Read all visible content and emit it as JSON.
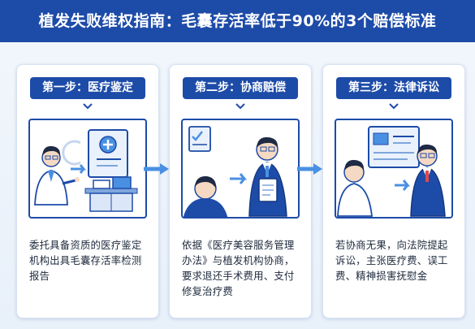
{
  "header": {
    "title": "植发失败维权指南：毛囊存活率低于90%的3个赔偿标准"
  },
  "steps": [
    {
      "label": "第一步：医疗鉴定",
      "desc": "委托具备资质的医疗鉴定机构出具毛囊存活率检测报告"
    },
    {
      "label": "第二步：协商赔偿",
      "desc": "依据《医疗美容服务管理办法》与植发机构协商，要求退还手术费用、支付修复治疗费"
    },
    {
      "label": "第三步：法律诉讼",
      "desc": "若协商无果，向法院提起诉讼，主张医疗费、误工费、精神损害抚慰金"
    }
  ],
  "colors": {
    "primary": "#1d4ba8",
    "accent": "#4a90e2",
    "background": "#eef4fb"
  },
  "icons": [
    "document-plus-icon",
    "checklist-icon",
    "clipboard-icon",
    "arrow-right-icon",
    "chevron-down-icon"
  ]
}
